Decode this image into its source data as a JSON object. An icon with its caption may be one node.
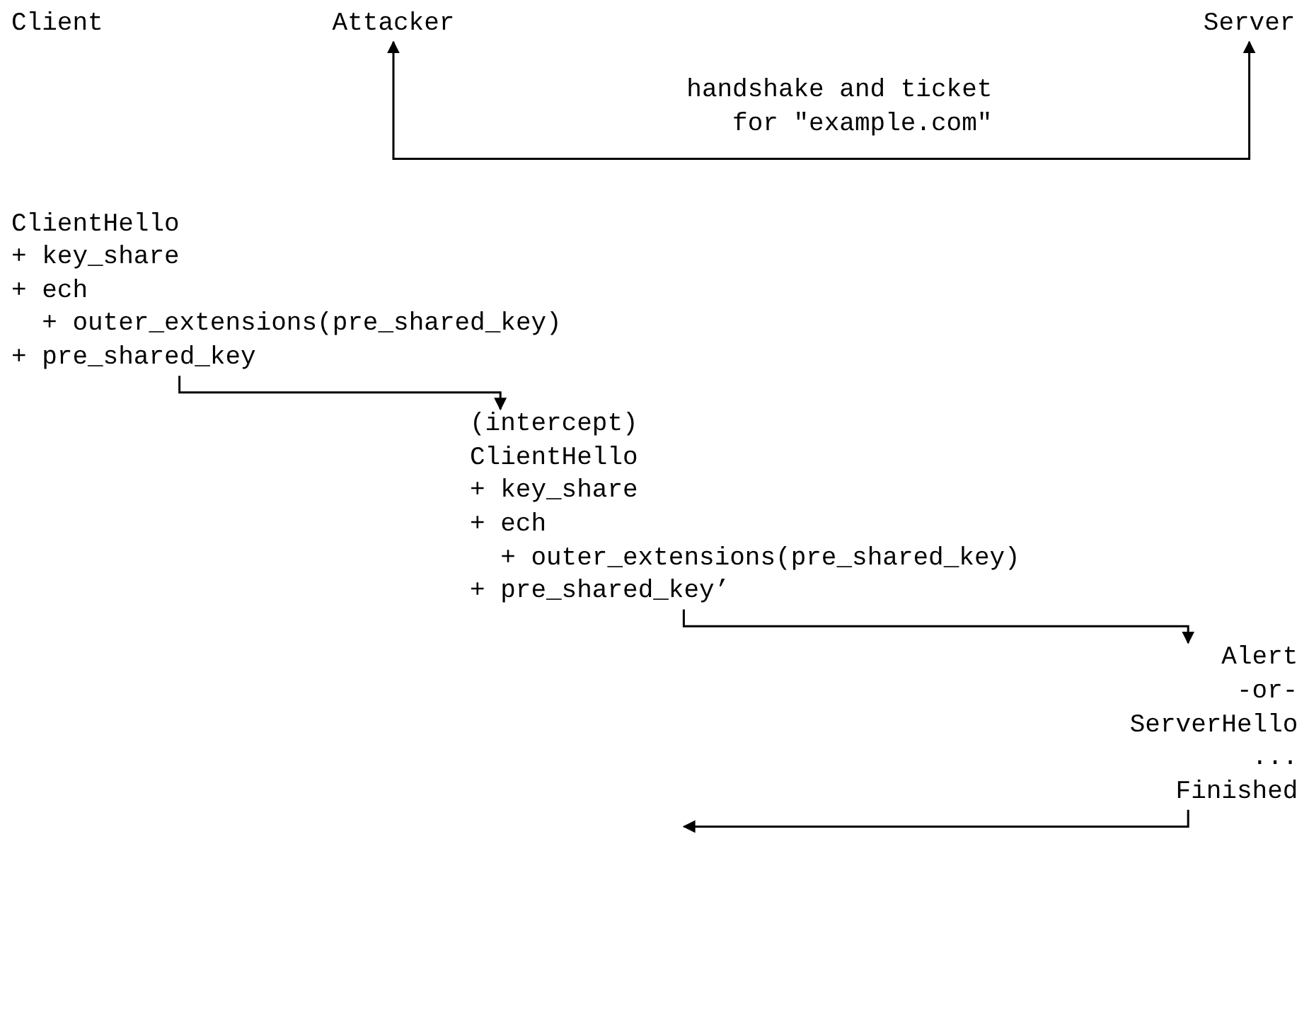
{
  "diagram": {
    "nodes": [
      {
        "text": [
          "Client"
        ]
      },
      {
        "text": [
          "Attacker"
        ]
      },
      {
        "text": [
          "Server"
        ]
      },
      {
        "text": [
          "ClientHello",
          "+ key_share",
          "+ ech",
          "+ outer_extensions(pre_shared_key)",
          "+ pre_shared_key"
        ]
      },
      {
        "text": [
          "(intercept)",
          "ClientHello",
          "+ key_share",
          "+ ech",
          "+ outer_extensions(pre_shared_key)",
          "+ pre_shared_key’"
        ]
      },
      {
        "text": [
          "Alert",
          "-or-",
          "ServerHello",
          "...",
          "Finished"
        ]
      }
    ],
    "edges": [
      {
        "from": 1,
        "to": 2,
        "arrow": "both",
        "label": "handshake and ticket for \"example.com\""
      },
      {
        "from": 3,
        "to": 4,
        "arrow": "to"
      },
      {
        "from": 4,
        "to": 5,
        "arrow": "to"
      },
      {
        "from": 5,
        "to": null,
        "arrow": "to"
      }
    ]
  }
}
